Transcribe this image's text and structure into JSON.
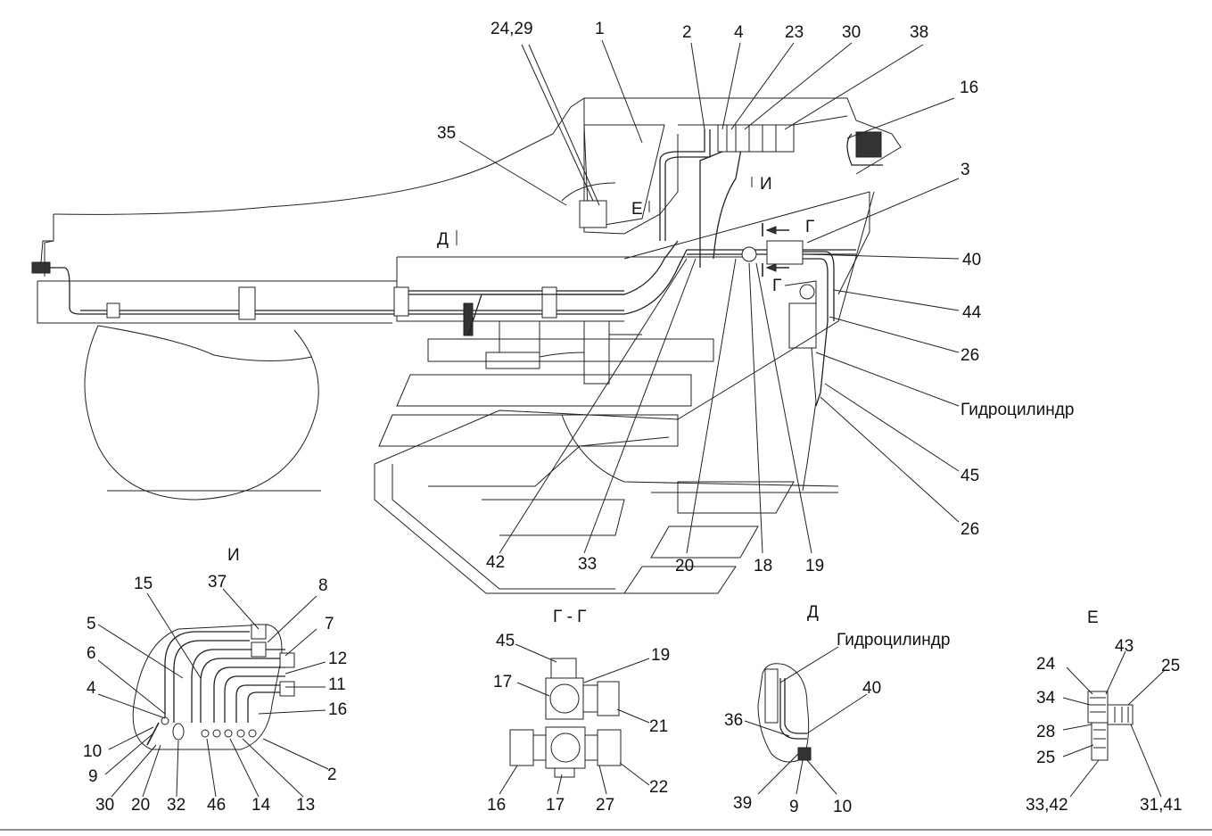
{
  "main_labels": {
    "l_24_29": "24,29",
    "l_1": "1",
    "l_2": "2",
    "l_4": "4",
    "l_23": "23",
    "l_30": "30",
    "l_38": "38",
    "l_16": "16",
    "l_35": "35",
    "l_3": "3",
    "l_40": "40",
    "l_44": "44",
    "l_26a": "26",
    "l_hydro": "Гидроцилиндр",
    "l_45": "45",
    "l_26b": "26",
    "l_42": "42",
    "l_33": "33",
    "l_20": "20",
    "l_18": "18",
    "l_19": "19",
    "view_E": "Е",
    "view_I": "И",
    "view_D": "Д",
    "section_G1": "Г",
    "section_G2": "Г"
  },
  "view_i": {
    "title": "И",
    "labels": {
      "l_15": "15",
      "l_37": "37",
      "l_8": "8",
      "l_5": "5",
      "l_7": "7",
      "l_6": "6",
      "l_12": "12",
      "l_11": "11",
      "l_4": "4",
      "l_16": "16",
      "l_10": "10",
      "l_9": "9",
      "l_2": "2",
      "l_30": "30",
      "l_20": "20",
      "l_32": "32",
      "l_46": "46",
      "l_14": "14",
      "l_13": "13"
    }
  },
  "view_gg": {
    "title": "Г - Г",
    "labels": {
      "l_45": "45",
      "l_19": "19",
      "l_17a": "17",
      "l_21": "21",
      "l_16": "16",
      "l_17b": "17",
      "l_27": "27",
      "l_22": "22"
    }
  },
  "view_d": {
    "title": "Д",
    "labels": {
      "l_hydro": "Гидроцилиндр",
      "l_40": "40",
      "l_36": "36",
      "l_39": "39",
      "l_9": "9",
      "l_10": "10"
    }
  },
  "view_e": {
    "title": "Е",
    "labels": {
      "l_43": "43",
      "l_24": "24",
      "l_25a": "25",
      "l_34": "34",
      "l_28": "28",
      "l_25b": "25",
      "l_33_42": "33,42",
      "l_31_41": "31,41"
    }
  }
}
